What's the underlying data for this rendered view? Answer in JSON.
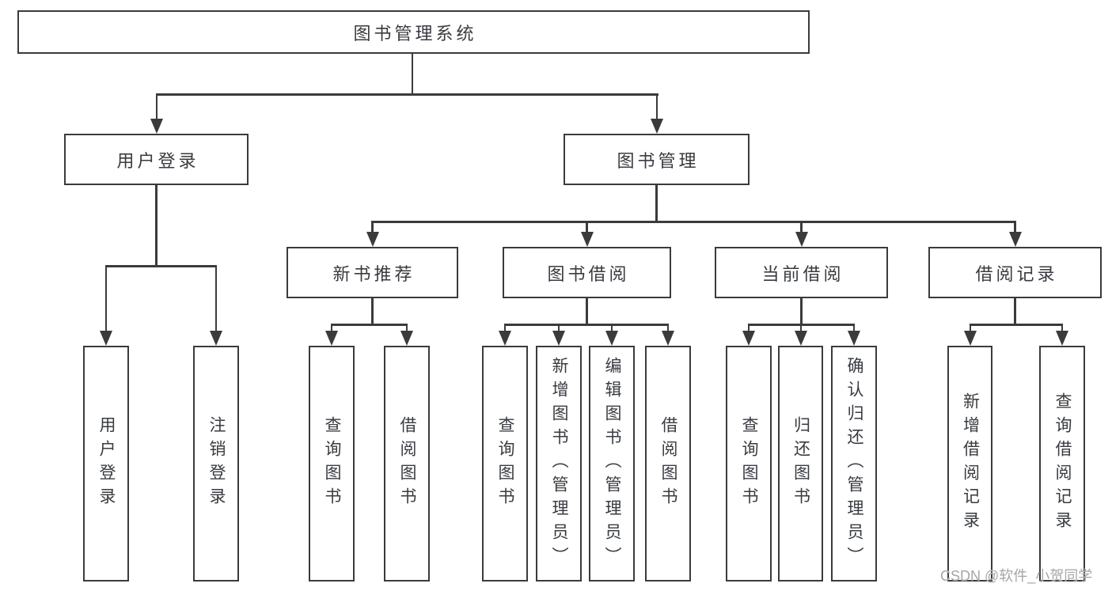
{
  "root": "图书管理系统",
  "level2": {
    "user_login": "用户登录",
    "book_mgmt": "图书管理"
  },
  "level3": {
    "recommend": "新书推荐",
    "borrow": "图书借阅",
    "current": "当前借阅",
    "record": "借阅记录"
  },
  "leaves": {
    "login": [
      "用户登录",
      "注销登录"
    ],
    "recommend": [
      "查询图书",
      "借阅图书"
    ],
    "borrow": [
      "查询图书",
      "新增图书（管理员）",
      "编辑图书（管理员）",
      "借阅图书"
    ],
    "current": [
      "查询图书",
      "归还图书",
      "确认归还（管理员）"
    ],
    "record": [
      "新增借阅记录",
      "查询借阅记录"
    ]
  },
  "watermark": "CSDN @软件_小贺同学",
  "colors": {
    "line": "#3b3b3b",
    "text": "#383b40",
    "watermark": "#a6a6a6"
  }
}
